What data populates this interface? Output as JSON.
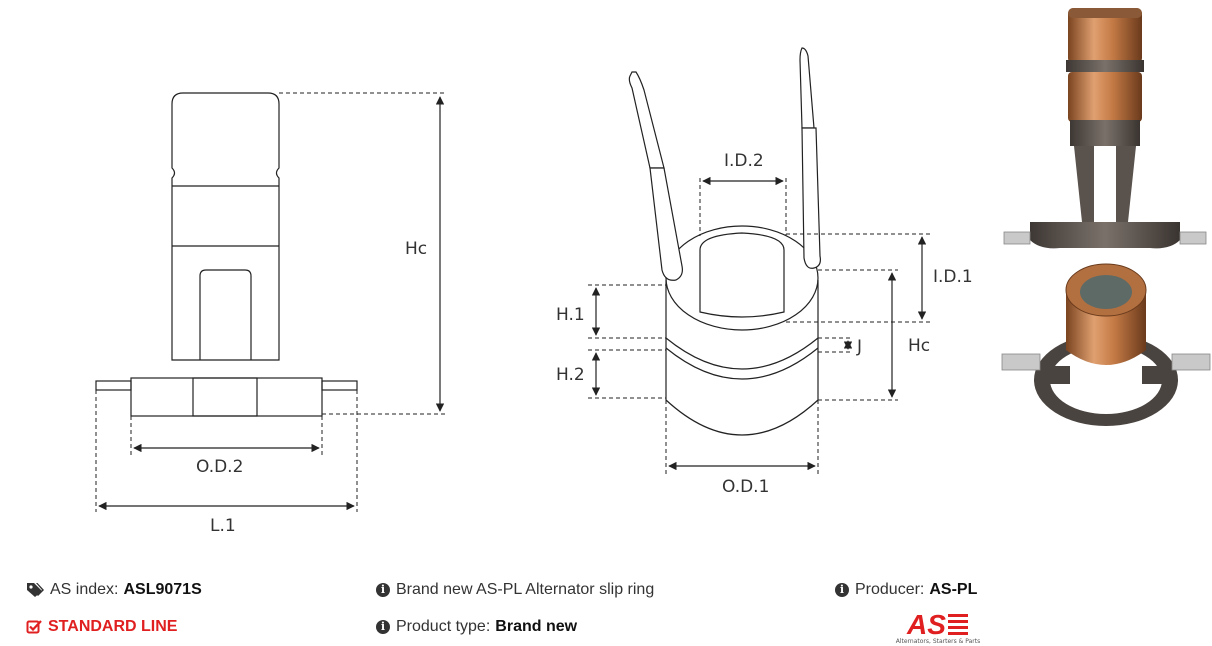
{
  "dimensions": {
    "hc_left": "Hc",
    "od2": "O.D.2",
    "l1": "L.1",
    "id2": "I.D.2",
    "id1": "I.D.1",
    "h1": "H.1",
    "h2": "H.2",
    "j": "J",
    "hc_right": "Hc",
    "od1": "O.D.1"
  },
  "info": {
    "as_index_label": "AS index:",
    "as_index_value": "ASL9071S",
    "standard_line": "STANDARD LINE",
    "description": "Brand new AS-PL Alternator slip ring",
    "product_type_label": "Product type:",
    "product_type_value": "Brand new",
    "producer_label": "Producer:",
    "producer_value": "AS-PL"
  },
  "logo": {
    "mark": "AS",
    "tagline": "Alternators, Starters & Parts"
  },
  "colors": {
    "accent_red": "#e02020",
    "copper": "#c47a45",
    "plastic": "#5a524c"
  },
  "icons": [
    "tags-icon",
    "info-icon",
    "check-square-icon"
  ]
}
